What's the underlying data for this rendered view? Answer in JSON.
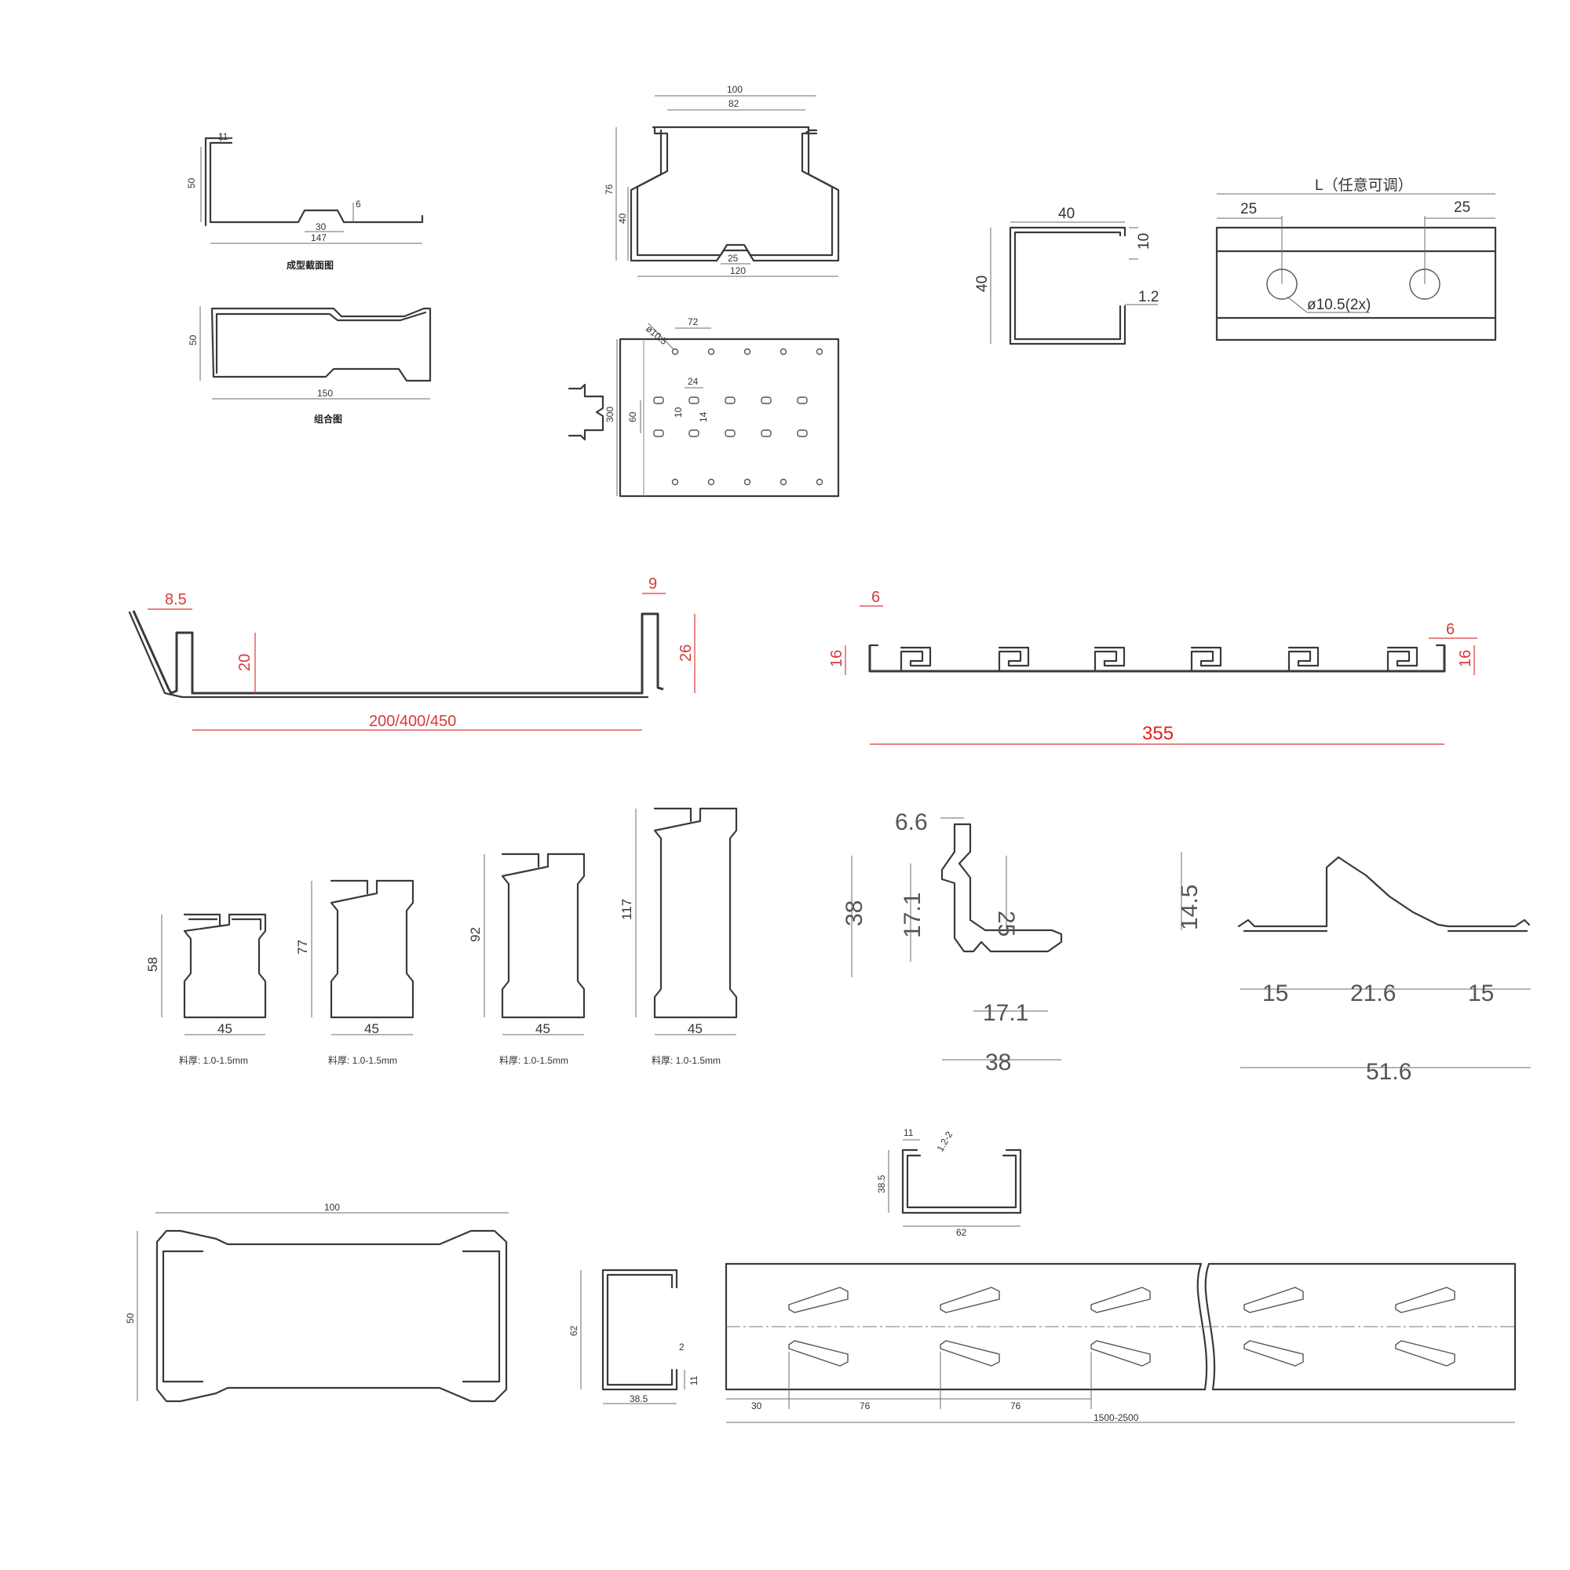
{
  "d1": {
    "top_lip": "11",
    "height": "50",
    "rib": "6",
    "mid": "30",
    "width": "147",
    "caption_a": "成型截面图",
    "height_b": "50",
    "width_b": "150",
    "caption_b": "组合图"
  },
  "d2": {
    "outer_top": "100",
    "inner_top": "82",
    "height": "76",
    "lower": "40",
    "bottom_rib": "25",
    "width": "120"
  },
  "d3": {
    "hole_d": "ø10.5",
    "spacing": "72",
    "slot_w": "24",
    "slot_h": "10",
    "slot_h2": "14",
    "pitch": "60",
    "length": "300"
  },
  "d4": {
    "width": "40",
    "height": "40",
    "lip": "10",
    "thickness": "1.2"
  },
  "d5": {
    "length": "L（任意可调）",
    "left": "25",
    "right": "25",
    "holes": "ø10.5(2x)"
  },
  "d6": {
    "left_flange": "8.5",
    "right_flange": "9",
    "left_h": "20",
    "right_h": "26",
    "width": "200/400/450"
  },
  "d7": {
    "left_edge": "6",
    "left_h": "16",
    "right_edge": "6",
    "right_h": "16",
    "width": "355"
  },
  "studs": [
    {
      "h": "58",
      "w": "45",
      "mat": "料厚: 1.0-1.5mm"
    },
    {
      "h": "77",
      "w": "45",
      "mat": "料厚: 1.0-1.5mm"
    },
    {
      "h": "92",
      "w": "45",
      "mat": "料厚: 1.0-1.5mm"
    },
    {
      "h": "117",
      "w": "45",
      "mat": "料厚: 1.0-1.5mm"
    }
  ],
  "d12": {
    "top": "6.6",
    "height": "38",
    "mid": "17.1",
    "right_h": "25",
    "bottom_mid": "17.1",
    "width": "38"
  },
  "d13": {
    "height": "14.5",
    "left": "15",
    "mid": "21.6",
    "right": "15",
    "total": "51.6"
  },
  "d14": {
    "width": "100",
    "height": "50"
  },
  "d15": {
    "lip": "11",
    "thickness": "1.2-2",
    "height": "38.5",
    "width": "62"
  },
  "d16": {
    "height": "62",
    "thickness": "2",
    "lip": "11",
    "width": "38.5"
  },
  "d17": {
    "start": "30",
    "pitch1": "76",
    "pitch2": "76",
    "length": "1500-2500"
  }
}
